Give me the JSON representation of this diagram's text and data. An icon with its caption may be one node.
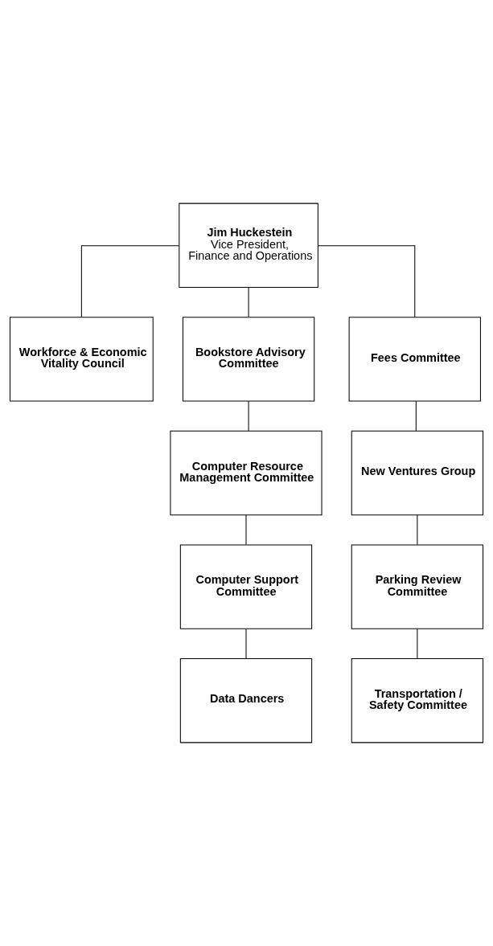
{
  "diagram": {
    "nodes": [
      {
        "text": [
          "Jim Huckestein",
          "Vice President, Finance and Operations"
        ]
      },
      {
        "text": [
          "Workforce & Economic Vitality Council"
        ]
      },
      {
        "text": [
          "Bookstore Advisory Committee"
        ]
      },
      {
        "text": [
          "Fees Committee"
        ]
      },
      {
        "text": [
          "Computer Resource Management Committee"
        ]
      },
      {
        "text": [
          "New Ventures Group"
        ]
      },
      {
        "text": [
          "Computer Support Committee"
        ]
      },
      {
        "text": [
          "Parking Review Committee"
        ]
      },
      {
        "text": [
          "Data Dancers"
        ]
      },
      {
        "text": [
          "Transportation / Safety Committee"
        ]
      }
    ],
    "edges": [
      {
        "from": 0,
        "to": 1,
        "arrow": "none"
      },
      {
        "from": 0,
        "to": 2,
        "arrow": "none"
      },
      {
        "from": 0,
        "to": 3,
        "arrow": "none"
      },
      {
        "from": 2,
        "to": 4,
        "arrow": "none"
      },
      {
        "from": 4,
        "to": 6,
        "arrow": "none"
      },
      {
        "from": 6,
        "to": 8,
        "arrow": "none"
      },
      {
        "from": 3,
        "to": 5,
        "arrow": "none"
      },
      {
        "from": 5,
        "to": 7,
        "arrow": "none"
      },
      {
        "from": 7,
        "to": 9,
        "arrow": "none"
      }
    ]
  }
}
